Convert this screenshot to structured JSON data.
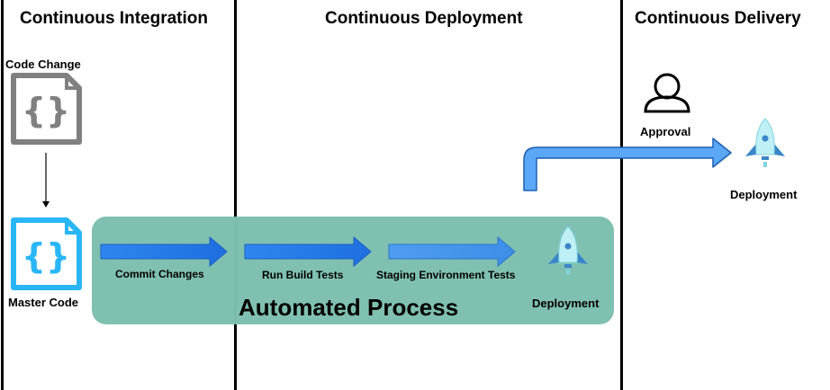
{
  "sections": {
    "ci": "Continuous Integration",
    "deployment": "Continuous Deployment",
    "delivery": "Continuous Delivery"
  },
  "nodes": {
    "code_change": "Code Change",
    "master_code": "Master Code",
    "approval": "Approval",
    "deployment_inner": "Deployment",
    "deployment_outer": "Deployment"
  },
  "steps": [
    {
      "label": "Commit Changes"
    },
    {
      "label": "Run Build Tests"
    },
    {
      "label": "Staging Environment Tests"
    }
  ],
  "band": {
    "title": "Automated Process"
  },
  "icons": {
    "code_file_gray": "code-file-icon",
    "code_file_blue": "code-file-icon",
    "rocket": "rocket-icon",
    "person": "person-icon"
  },
  "colors": {
    "band": "#7dbfaf",
    "arrow_dark": "#1e73e8",
    "arrow_light": "#5aa7f5",
    "code_file_blue": "#29b6f6",
    "code_file_gray": "#808080",
    "rocket_body": "#bff0f5",
    "rocket_fin": "#3a86c8"
  }
}
